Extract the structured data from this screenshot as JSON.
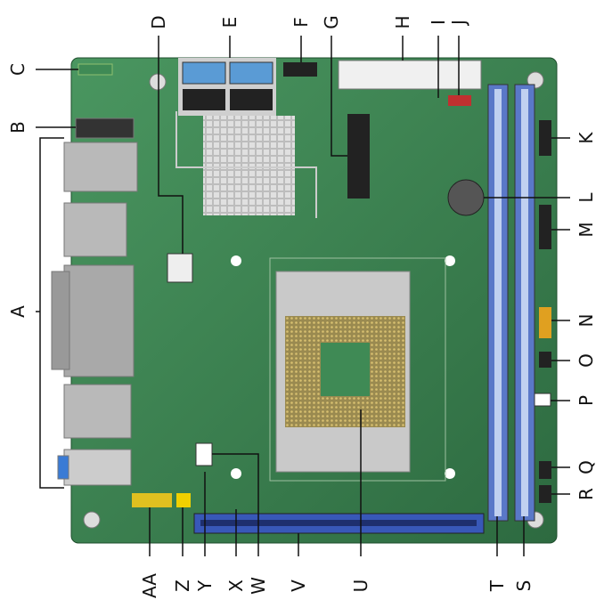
{
  "colors": {
    "board": "#3f8a55",
    "board_dark": "#2f6f42",
    "dimm": "#5a78c8",
    "pcie": "#3858b8",
    "heatsink": "#c8c8c8",
    "io": "#b9b9b9"
  },
  "labels": {
    "A": "A",
    "B": "B",
    "C": "C",
    "D": "D",
    "E": "E",
    "F": "F",
    "G": "G",
    "H": "H",
    "I": "I",
    "J": "J",
    "K": "K",
    "L": "L",
    "M": "M",
    "N": "N",
    "O": "O",
    "P": "P",
    "Q": "Q",
    "R": "R",
    "S": "S",
    "T": "T",
    "U": "U",
    "V": "V",
    "W": "W",
    "X": "X",
    "Y": "Y",
    "Z": "Z",
    "AA": "AA"
  }
}
